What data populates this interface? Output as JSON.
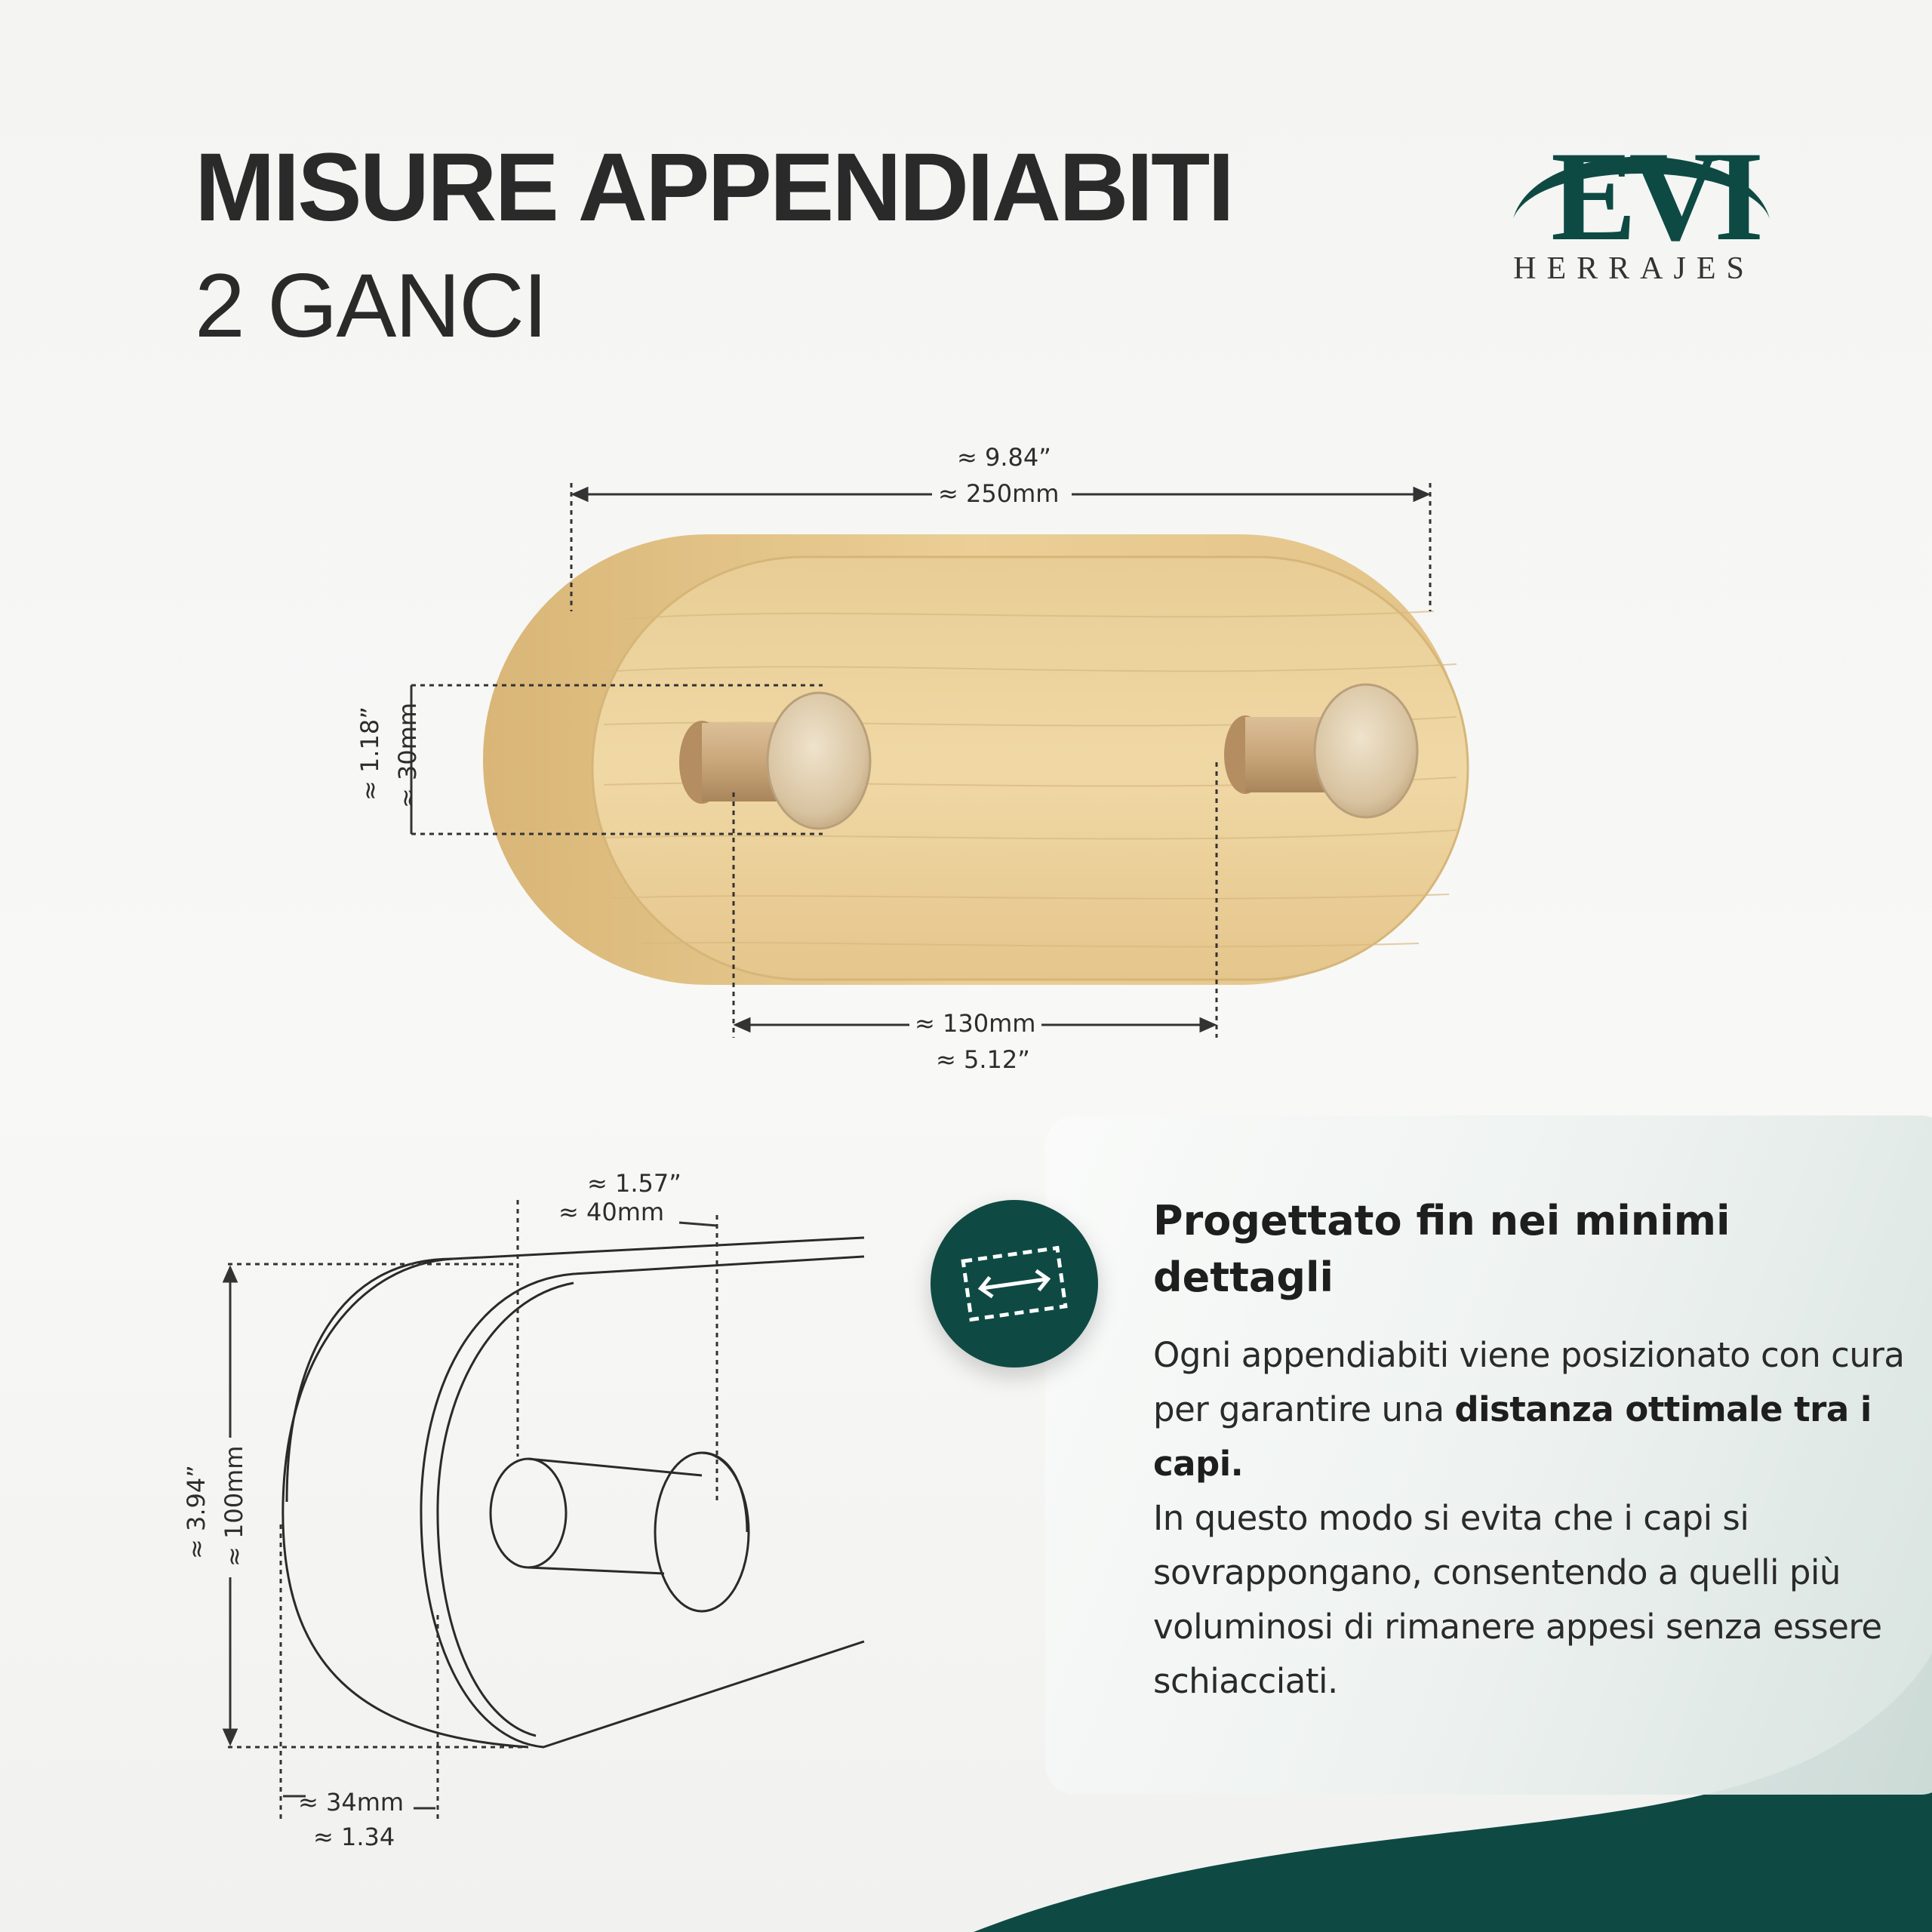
{
  "header": {
    "title": "MISURE APPENDIABITI",
    "subtitle": "2 GANCI"
  },
  "brand": {
    "logo_text": "EVI",
    "logo_subtext": "HERRAJES",
    "color": "#0e4a43"
  },
  "dimensions": {
    "width_in": "≈ 9.84”",
    "width_mm": "≈ 250mm",
    "height_in": "≈ 1.18”",
    "height_mm": "≈ 30mm",
    "spacing_mm": "≈ 130mm",
    "spacing_in": "≈ 5.12”",
    "depth_in": "≈ 1.57”",
    "depth_mm": "≈ 40mm",
    "side_height_in": "≈ 3.94”",
    "side_height_mm": "≈ 100mm",
    "base_mm": "≈ 34mm",
    "base_in": "≈ 1.34"
  },
  "feature": {
    "icon": "measure-distance-icon",
    "title": "Progettato fin nei minimi dettagli",
    "body_1": "Ogni appendiabiti viene posizionato con cura per garantire una ",
    "body_bold": "distanza ottimale tra i capi.",
    "body_2": "In questo modo si evita che i capi si sovrappongano, consentendo a quelli più voluminosi di rimanere appesi senza essere schiacciati."
  }
}
